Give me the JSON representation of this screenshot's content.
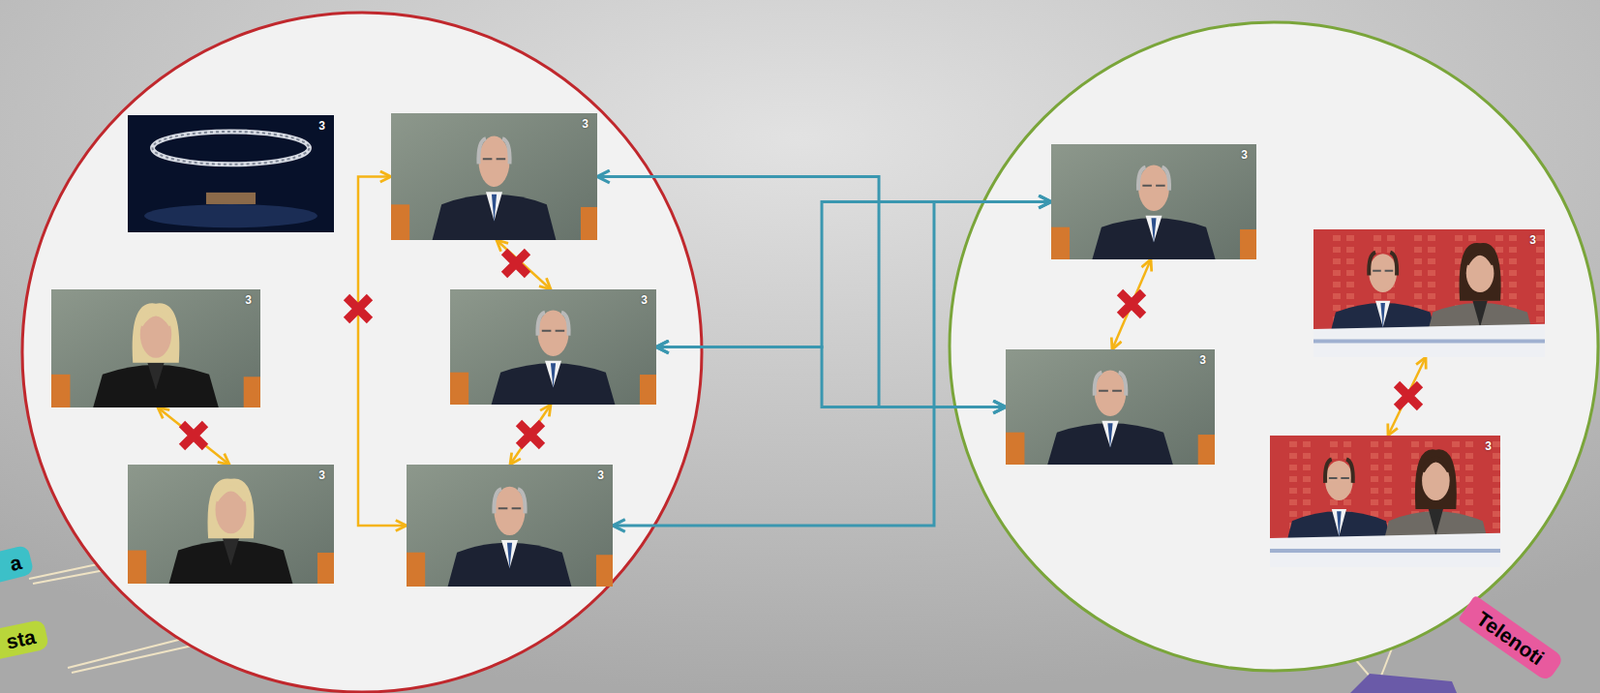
{
  "diagram": {
    "nodes": [
      {
        "text": [
          "a",
          "sta"
        ]
      },
      {
        "text": [
          "3"
        ],
        "in": 0
      },
      {
        "text": [
          "3"
        ],
        "in": 0
      },
      {
        "text": [
          "3"
        ],
        "in": 0
      },
      {
        "text": [
          "3"
        ],
        "in": 0
      },
      {
        "text": [
          "3"
        ],
        "in": 0
      },
      {
        "text": [
          "3"
        ],
        "in": 0
      },
      {
        "text": [
          "Telenoti"
        ]
      },
      {
        "text": [
          "3"
        ],
        "in": 7
      },
      {
        "text": [
          "3"
        ],
        "in": 7
      },
      {
        "text": [
          "3"
        ],
        "in": 7
      },
      {
        "text": [
          "3"
        ],
        "in": 7
      }
    ],
    "edges": [
      {
        "from": 3,
        "to": 5,
        "arrow": "both"
      },
      {
        "from": 2,
        "to": 4,
        "arrow": "both"
      },
      {
        "from": 4,
        "to": 6,
        "arrow": "both"
      },
      {
        "from": 2,
        "to": 6,
        "arrow": "both"
      },
      {
        "from": 8,
        "to": 10,
        "arrow": "both"
      },
      {
        "from": 9,
        "to": 11,
        "arrow": "both"
      },
      {
        "from": 10,
        "to": 2,
        "arrow": "both"
      },
      {
        "from": 8,
        "to": 4,
        "arrow": "both"
      },
      {
        "from": 10,
        "to": 4,
        "arrow": "both"
      },
      {
        "from": 8,
        "to": 6,
        "arrow": "both"
      }
    ]
  }
}
